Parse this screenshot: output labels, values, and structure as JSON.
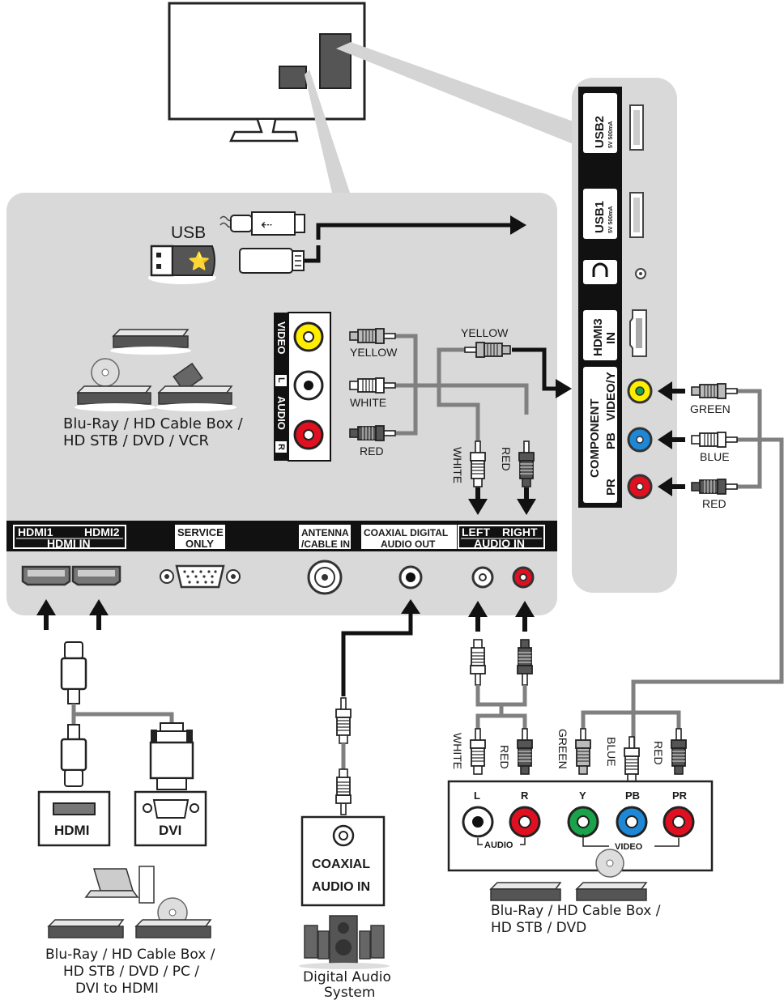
{
  "usb": {
    "label": "USB"
  },
  "side_panel": {
    "usb2": "USB2",
    "usb2_rating": "5V 500mA",
    "usb1": "USB1",
    "usb1_rating": "5V 500mA",
    "hdmi3": "HDMI3",
    "hdmi3_in": "IN",
    "component": "COMPONENT",
    "video_y": "VIDEO/Y",
    "pb": "PB",
    "pr": "PR"
  },
  "side_cables": {
    "green": "GREEN",
    "blue": "BLUE",
    "red": "RED"
  },
  "av_panel": {
    "video": "VIDEO",
    "l": "L",
    "audio": "AUDIO",
    "r": "R"
  },
  "av_cables": {
    "yellow_in": "YELLOW",
    "yellow_out": "YELLOW",
    "white": "WHITE",
    "red": "RED",
    "white_v": "WHITE",
    "red_v": "RED"
  },
  "bottom_bar": {
    "hdmi1": "HDMI1",
    "hdmi2": "HDMI2",
    "hdmi_in": "HDMI IN",
    "service": "SERVICE",
    "only": "ONLY",
    "antenna": "ANTENNA",
    "cable_in": "/CABLE IN",
    "coax1": "COAXIAL DIGITAL",
    "coax2": "AUDIO OUT",
    "left": "LEFT",
    "right": "RIGHT",
    "audio_in": "AUDIO IN"
  },
  "devices": {
    "left_caption": [
      "Blu-Ray / HD Cable Box /",
      "HD STB / DVD / VCR"
    ],
    "hdmi_box": "HDMI",
    "dvi_box": "DVI",
    "pc_caption": [
      "Blu-Ray / HD Cable Box /",
      "HD STB / DVD / PC /",
      "DVI to HDMI"
    ],
    "coax_box": [
      "COAXIAL",
      "AUDIO IN"
    ],
    "audio_caption": [
      "Digital Audio",
      "System"
    ],
    "comp_labels": {
      "white": "WHITE",
      "red": "RED",
      "green": "GREEN",
      "blue": "BLUE",
      "red2": "RED"
    },
    "comp_jacks": {
      "l": "L",
      "r": "R",
      "y": "Y",
      "pb": "PB",
      "pr": "PR",
      "audio": "AUDIO",
      "video": "VIDEO"
    },
    "comp_caption": [
      "Blu-Ray / HD Cable Box /",
      "HD STB / DVD"
    ]
  },
  "colors": {
    "panel": "#d9d9d9",
    "black": "#111111",
    "cable": "#808080",
    "yellow": "#ffee00",
    "red": "#e01020",
    "green": "#1aa34a",
    "blue": "#1e88d6"
  }
}
